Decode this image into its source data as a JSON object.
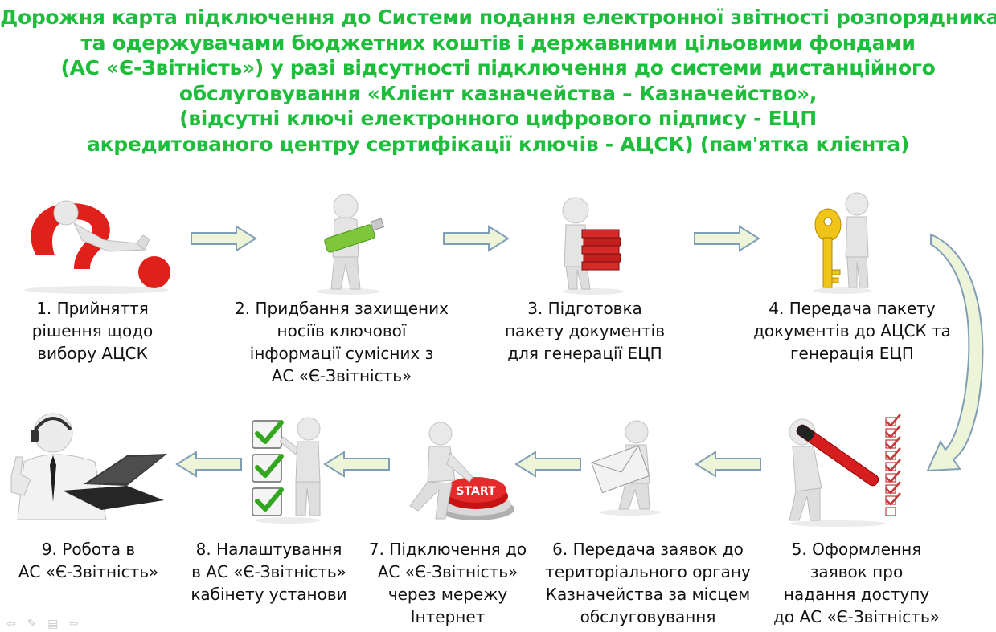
{
  "title_lines": [
    "Дорожня карта підключення до Системи подання електронної звітності розпорядниками",
    "та одержувачами бюджетних коштів і державними цільовими фондами",
    "(АС «Є-Звітність») у разі відсутності підключення до системи дистанційного",
    "обслуговування «Клієнт казначейства – Казначейство»,",
    "(відсутні ключі електронного цифрового підпису - ЕЦП",
    "акредитованого центру сертифікації ключів - АЦСК) (пам'ятка клієнта)"
  ],
  "colors": {
    "title": "#1ebd3c",
    "arrow_fill": "#eef4d8",
    "arrow_stroke": "#7f9fb8",
    "accent_red": "#e0201b"
  },
  "steps": [
    {
      "lines": [
        "1. Прийняття",
        "рішення щодо",
        "вибору АЦСК"
      ],
      "icon": "question-mark-figure-icon"
    },
    {
      "lines": [
        "2. Придбання захищених",
        "носіїв ключової",
        "інформації сумісних з",
        "АС «Є-Звітність»"
      ],
      "icon": "usb-key-figure-icon"
    },
    {
      "lines": [
        "3. Підготовка",
        "пакету документів",
        "для генерації ЕЦП"
      ],
      "icon": "books-figure-icon"
    },
    {
      "lines": [
        "4. Передача пакету",
        "документів до АЦСК та",
        "генерація ЕЦП"
      ],
      "icon": "key-figure-icon"
    },
    {
      "lines": [
        "5. Оформлення",
        "заявок про",
        "надання доступу",
        "до АС «Є-Звітність»"
      ],
      "icon": "checklist-pen-figure-icon"
    },
    {
      "lines": [
        "6. Передача заявок до",
        "територіального органу",
        "Казначейства за місцем",
        "обслуговування"
      ],
      "icon": "envelope-figure-icon"
    },
    {
      "lines": [
        "7. Підключення до",
        "АС «Є-Звітність»",
        "через мережу",
        "Інтернет"
      ],
      "icon": "start-button-figure-icon",
      "button_text": "START"
    },
    {
      "lines": [
        "8.  Налаштування",
        "в АС «Є-Звітність»",
        "кабінету установи"
      ],
      "icon": "checkboxes-figure-icon"
    },
    {
      "lines": [
        "9.  Робота в",
        "АС «Є-Звітність»"
      ],
      "icon": "laptop-operator-figure-icon"
    }
  ],
  "nav_icons": [
    "back-icon",
    "pen-icon",
    "menu-icon",
    "forward-icon"
  ]
}
